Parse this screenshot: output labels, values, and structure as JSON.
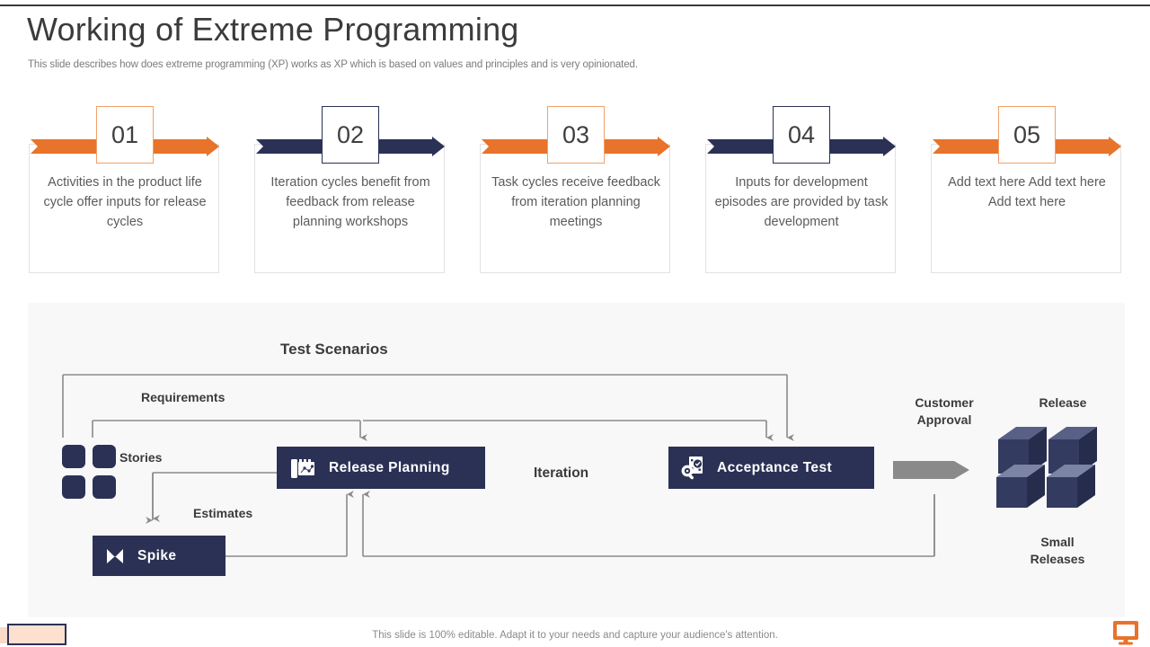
{
  "header": {
    "title": "Working of Extreme Programming",
    "subtitle": "This slide describes how does extreme programming (XP) works as XP  which is based on values and principles and is very  opinionated."
  },
  "colors": {
    "orange": "#e8732a",
    "orange_border": "#f0a06a",
    "navy": "#2b3155",
    "panel_bg": "#f8f8f8",
    "connector": "#8a8a8a",
    "text_gray": "#5b5b5b"
  },
  "steps": [
    {
      "number": "01",
      "accent": "orange",
      "text": "Activities in the product life cycle offer inputs for release cycles"
    },
    {
      "number": "02",
      "accent": "navy",
      "text": "Iteration cycles benefit from feedback from release planning workshops"
    },
    {
      "number": "03",
      "accent": "orange",
      "text": "Task cycles receive feedback from iteration planning meetings"
    },
    {
      "number": "04",
      "accent": "navy",
      "text": "Inputs for development episodes are provided by task development"
    },
    {
      "number": "05",
      "accent": "orange",
      "text": "Add text here Add text here Add text here"
    }
  ],
  "diagram": {
    "title": "Test Scenarios",
    "nodes": [
      {
        "id": "release-planning",
        "label": "Release Planning",
        "icon": "blueprint-plan-icon"
      },
      {
        "id": "acceptance-test",
        "label": "Acceptance Test",
        "icon": "magnifier-checklist-icon"
      },
      {
        "id": "spike",
        "label": "Spike",
        "icon": "spike-bowtie-icon"
      }
    ],
    "connector_labels": [
      {
        "id": "requirements",
        "text": "Requirements"
      },
      {
        "id": "stories",
        "text": "Stories"
      },
      {
        "id": "estimates",
        "text": "Estimates"
      },
      {
        "id": "iteration",
        "text": "Iteration"
      }
    ],
    "side_labels": [
      {
        "id": "customer-approval",
        "text": "Customer\nApproval"
      },
      {
        "id": "release",
        "text": "Release"
      },
      {
        "id": "small-releases",
        "text": "Small\nReleases"
      }
    ],
    "customer_approval_label": "Customer Approval",
    "release_label": "Release",
    "small_releases_label": "Small Releases",
    "stories_icon": "four-squares-icon",
    "release_icon": "stacked-cubes-icon",
    "approval_icon": "gray-arrow-icon"
  },
  "footer": {
    "note": "This slide is 100% editable. Adapt it to your needs and capture your audience's attention.",
    "left_icon": "color-swatch-icon",
    "right_icon": "monitor-icon"
  }
}
